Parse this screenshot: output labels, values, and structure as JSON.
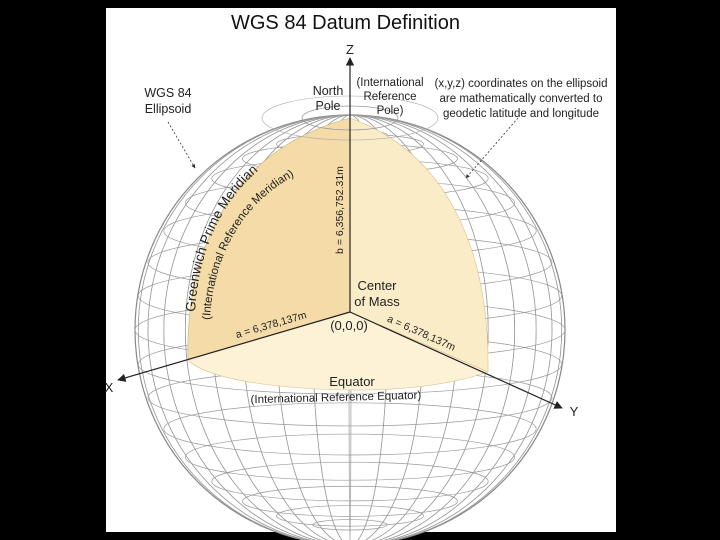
{
  "title": "WGS 84 Datum Definition",
  "labels": {
    "z_axis": "Z",
    "x_axis": "X",
    "y_axis": "Y",
    "ellipsoid_line1": "WGS 84",
    "ellipsoid_line2": "Ellipsoid",
    "north_pole_line1": "North",
    "north_pole_line2": "Pole",
    "irp_line1": "(International",
    "irp_line2": "Reference",
    "irp_line3": "Pole)",
    "coords_line1": "(x,y,z) coordinates on the ellipsoid",
    "coords_line2": "are mathematically converted to",
    "coords_line3": "geodetic latitude and longitude",
    "meridian_line1": "Greenwich Prime Meridian",
    "meridian_line2": "(International Reference Meridian)",
    "b_value": "b = 6,356,752.31m",
    "a_left": "a = 6,378,137m",
    "a_right": "a = 6,378,137m",
    "center_line1": "Center",
    "center_line2": "of Mass",
    "origin": "(0,0,0)",
    "equator": "Equator",
    "equator_sub": "(International Reference Equator)"
  },
  "colors": {
    "background": "#000000",
    "panel": "#ffffff",
    "wedge_left": "#f4dba8",
    "wedge_right": "#fbecc8",
    "wedge_bottom": "#fdf1d6",
    "grid": "#9a9a9a",
    "ink": "#222222"
  }
}
